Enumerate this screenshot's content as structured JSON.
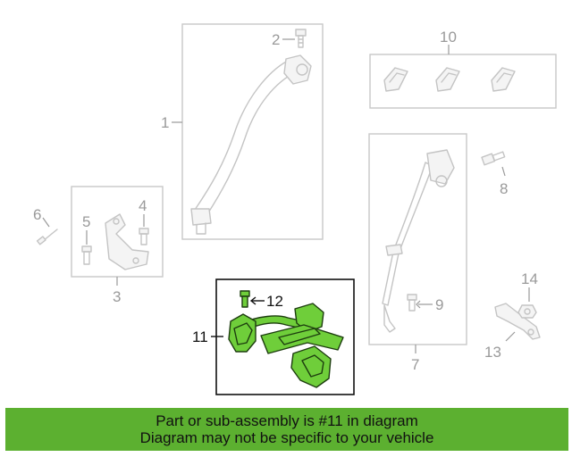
{
  "callouts": {
    "c1": "1",
    "c2": "2",
    "c3": "3",
    "c4": "4",
    "c5": "5",
    "c6": "6",
    "c7": "7",
    "c8": "8",
    "c9": "9",
    "c10": "10",
    "c11": "11",
    "c12": "12",
    "c13": "13",
    "c14": "14"
  },
  "highlight_color": "#6fce3a",
  "banner": {
    "line1": "Part or sub-assembly is #11 in diagram",
    "line2": "Diagram may not be specific to your vehicle"
  }
}
